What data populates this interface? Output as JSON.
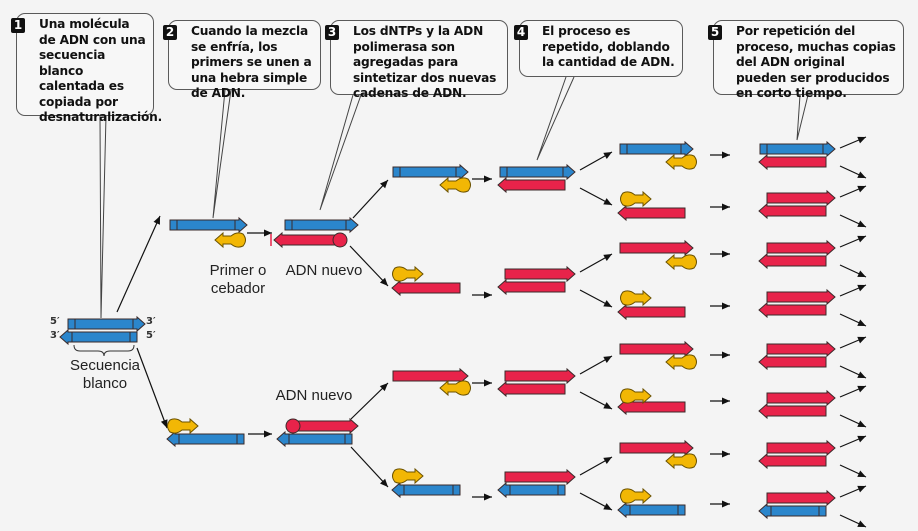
{
  "title": "PCR - Reacción en cadena de la polimerasa",
  "colors": {
    "template_strand": "#2b86cc",
    "new_strand": "#e8234a",
    "primer": "#f2b705",
    "outline": "#3a2a2a",
    "arrow": "#111111"
  },
  "steps": [
    {
      "number": "1",
      "text": "Una molécula de ADN con una secuencia blanco calentada es copiada por desnaturalización."
    },
    {
      "number": "2",
      "text": "Cuando la mezcla se enfría, los primers se unen a una hebra simple de ADN."
    },
    {
      "number": "3",
      "text": "Los dNTPs y la ADN polimerasa son agregadas para sintetizar dos nuevas cadenas de ADN."
    },
    {
      "number": "4",
      "text": "El proceso es repetido, doblando la cantidad de ADN."
    },
    {
      "number": "5",
      "text": "Por repetición del proceso, muchas copias del ADN original pueden ser producidos en corto tiempo."
    }
  ],
  "labels": {
    "five_prime": "5′",
    "three_prime": "3′",
    "target_sequence": "Secuencia blanco",
    "primer": "Primer o cebador",
    "new_dna_top": "ADN nuevo",
    "new_dna_bottom": "ADN nuevo"
  },
  "stages": [
    {
      "name": "initial-dsDNA",
      "strands": [
        "template-forward",
        "template-reverse"
      ]
    },
    {
      "name": "annealing",
      "rows": [
        "template-forward + primer",
        "template-reverse + primer"
      ]
    },
    {
      "name": "extension",
      "rows": [
        "template-forward + new-reverse",
        "new-forward + template-reverse"
      ]
    },
    {
      "name": "cycle-2-annealing",
      "rows": 4
    },
    {
      "name": "cycle-2-extension",
      "rows": 4
    },
    {
      "name": "cycle-3-annealing",
      "rows": 8
    },
    {
      "name": "cycle-3-products",
      "rows": 8
    }
  ]
}
